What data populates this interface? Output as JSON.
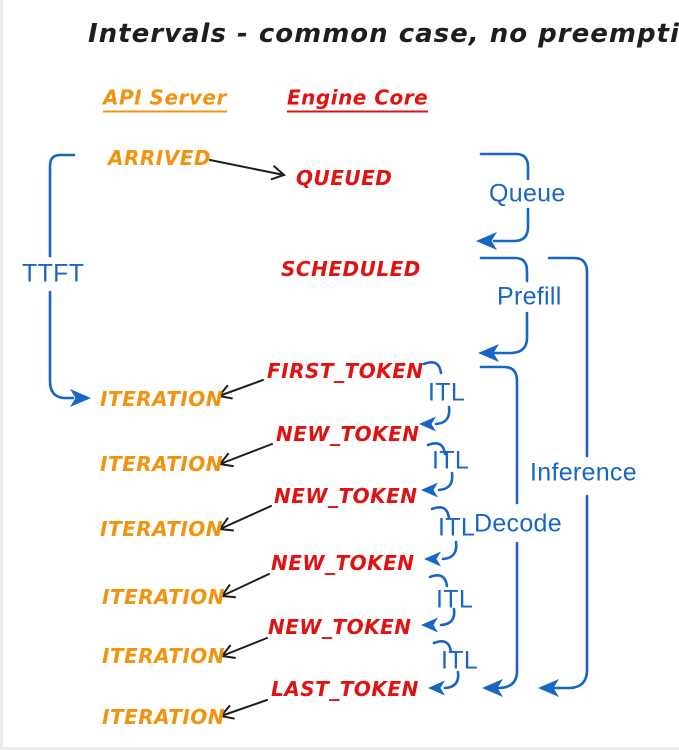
{
  "title": "Intervals - common case, no preemptions",
  "columns": {
    "api_server": "API Server",
    "engine_core": "Engine Core"
  },
  "api": {
    "arrived": "ARRIVED",
    "iterations": [
      "ITERATION",
      "ITERATION",
      "ITERATION",
      "ITERATION",
      "ITERATION",
      "ITERATION"
    ]
  },
  "engine": {
    "queued": "QUEUED",
    "scheduled": "SCHEDULED",
    "first_token": "FIRST_TOKEN",
    "new_tokens": [
      "NEW_TOKEN",
      "NEW_TOKEN",
      "NEW_TOKEN",
      "NEW_TOKEN"
    ],
    "last_token": "LAST_TOKEN"
  },
  "intervals": {
    "ttft": "TTFT",
    "queue": "Queue",
    "prefill": "Prefill",
    "itl": [
      "ITL",
      "ITL",
      "ITL",
      "ITL",
      "ITL"
    ],
    "decode": "Decode",
    "inference": "Inference"
  },
  "colors": {
    "api": "#f0940f",
    "engine": "#e01212",
    "interval": "#1766c5",
    "ink": "#1e1e1e",
    "bg": "#ffffff"
  }
}
